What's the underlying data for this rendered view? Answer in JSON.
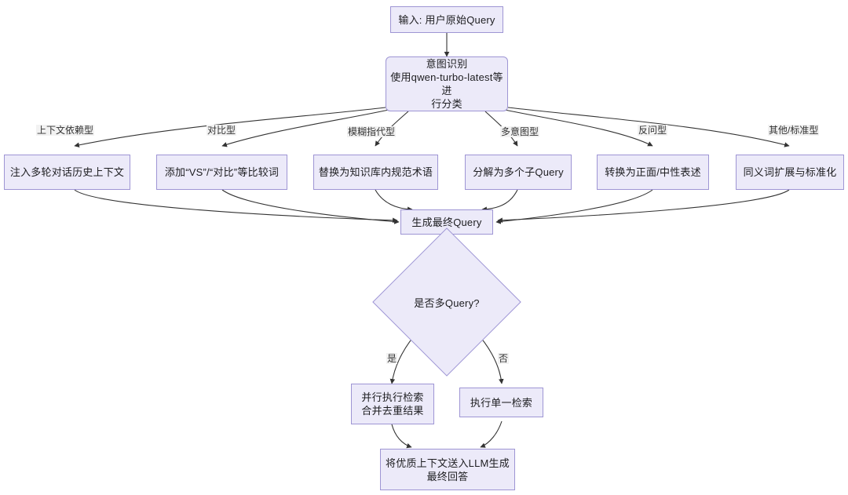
{
  "diagram": {
    "title": "Query Rewrite and Retrieval Flow",
    "colors": {
      "node_fill": "#ECEAF9",
      "node_border": "#9E95D4",
      "edge_stroke": "#333333",
      "label_bg": "#f2f2f2",
      "text": "#1d1d20",
      "canvas_bg": "#ffffff"
    },
    "nodes": {
      "input": "输入: 用户原始Query",
      "intent": "意图识别\n使用qwen-turbo-latest等进\n行分类",
      "branch_context": "注入多轮对话历史上下文",
      "branch_compare": "添加“VS”/“对比”等比较词",
      "branch_vague": "替换为知识库内规范术语",
      "branch_multi": "分解为多个子Query",
      "branch_rhetorical": "转换为正面/中性表述",
      "branch_other": "同义词扩展与标准化",
      "final_query": "生成最终Query",
      "decision": "是否多Query?",
      "parallel_retrieval": "并行执行检索\n合并去重结果",
      "single_retrieval": "执行单一检索",
      "answer": "将优质上下文送入LLM生成\n最终回答"
    },
    "edge_labels": {
      "context_dependent": "上下文依赖型",
      "comparative": "对比型",
      "vague_reference": "模糊指代型",
      "multi_intent": "多意图型",
      "rhetorical": "反问型",
      "other_standard": "其他/标准型",
      "yes": "是",
      "no": "否"
    }
  }
}
